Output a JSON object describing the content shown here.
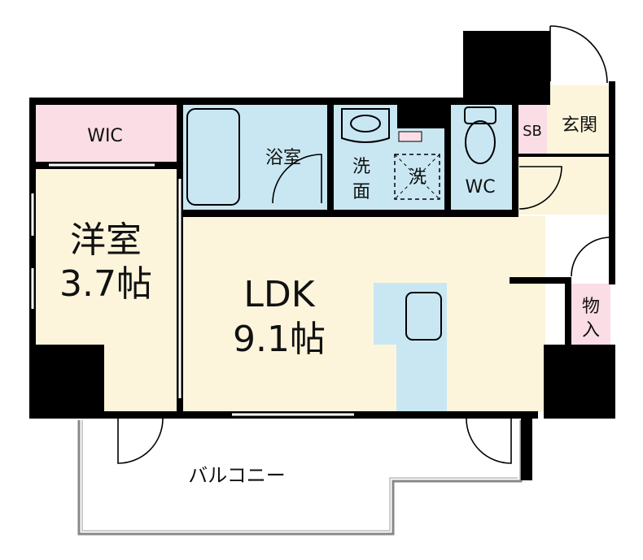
{
  "floorplan": {
    "colors": {
      "wall": "#000000",
      "wic": "#fbdde6",
      "wet_area": "#c9e7f3",
      "living": "#fcf5dc",
      "balcony": "#ffffff"
    },
    "rooms": {
      "wic": "WIC",
      "bath": "浴室",
      "washroom_line1": "洗",
      "washroom_line2": "面",
      "laundry": "洗",
      "wc": "WC",
      "sb": "SB",
      "entrance": "玄関",
      "western_room_name": "洋室",
      "western_room_size": "3.7帖",
      "ldk_name": "LDK",
      "ldk_size": "9.1帖",
      "storage_line1": "物",
      "storage_line2": "入",
      "balcony": "バルコニー"
    }
  }
}
